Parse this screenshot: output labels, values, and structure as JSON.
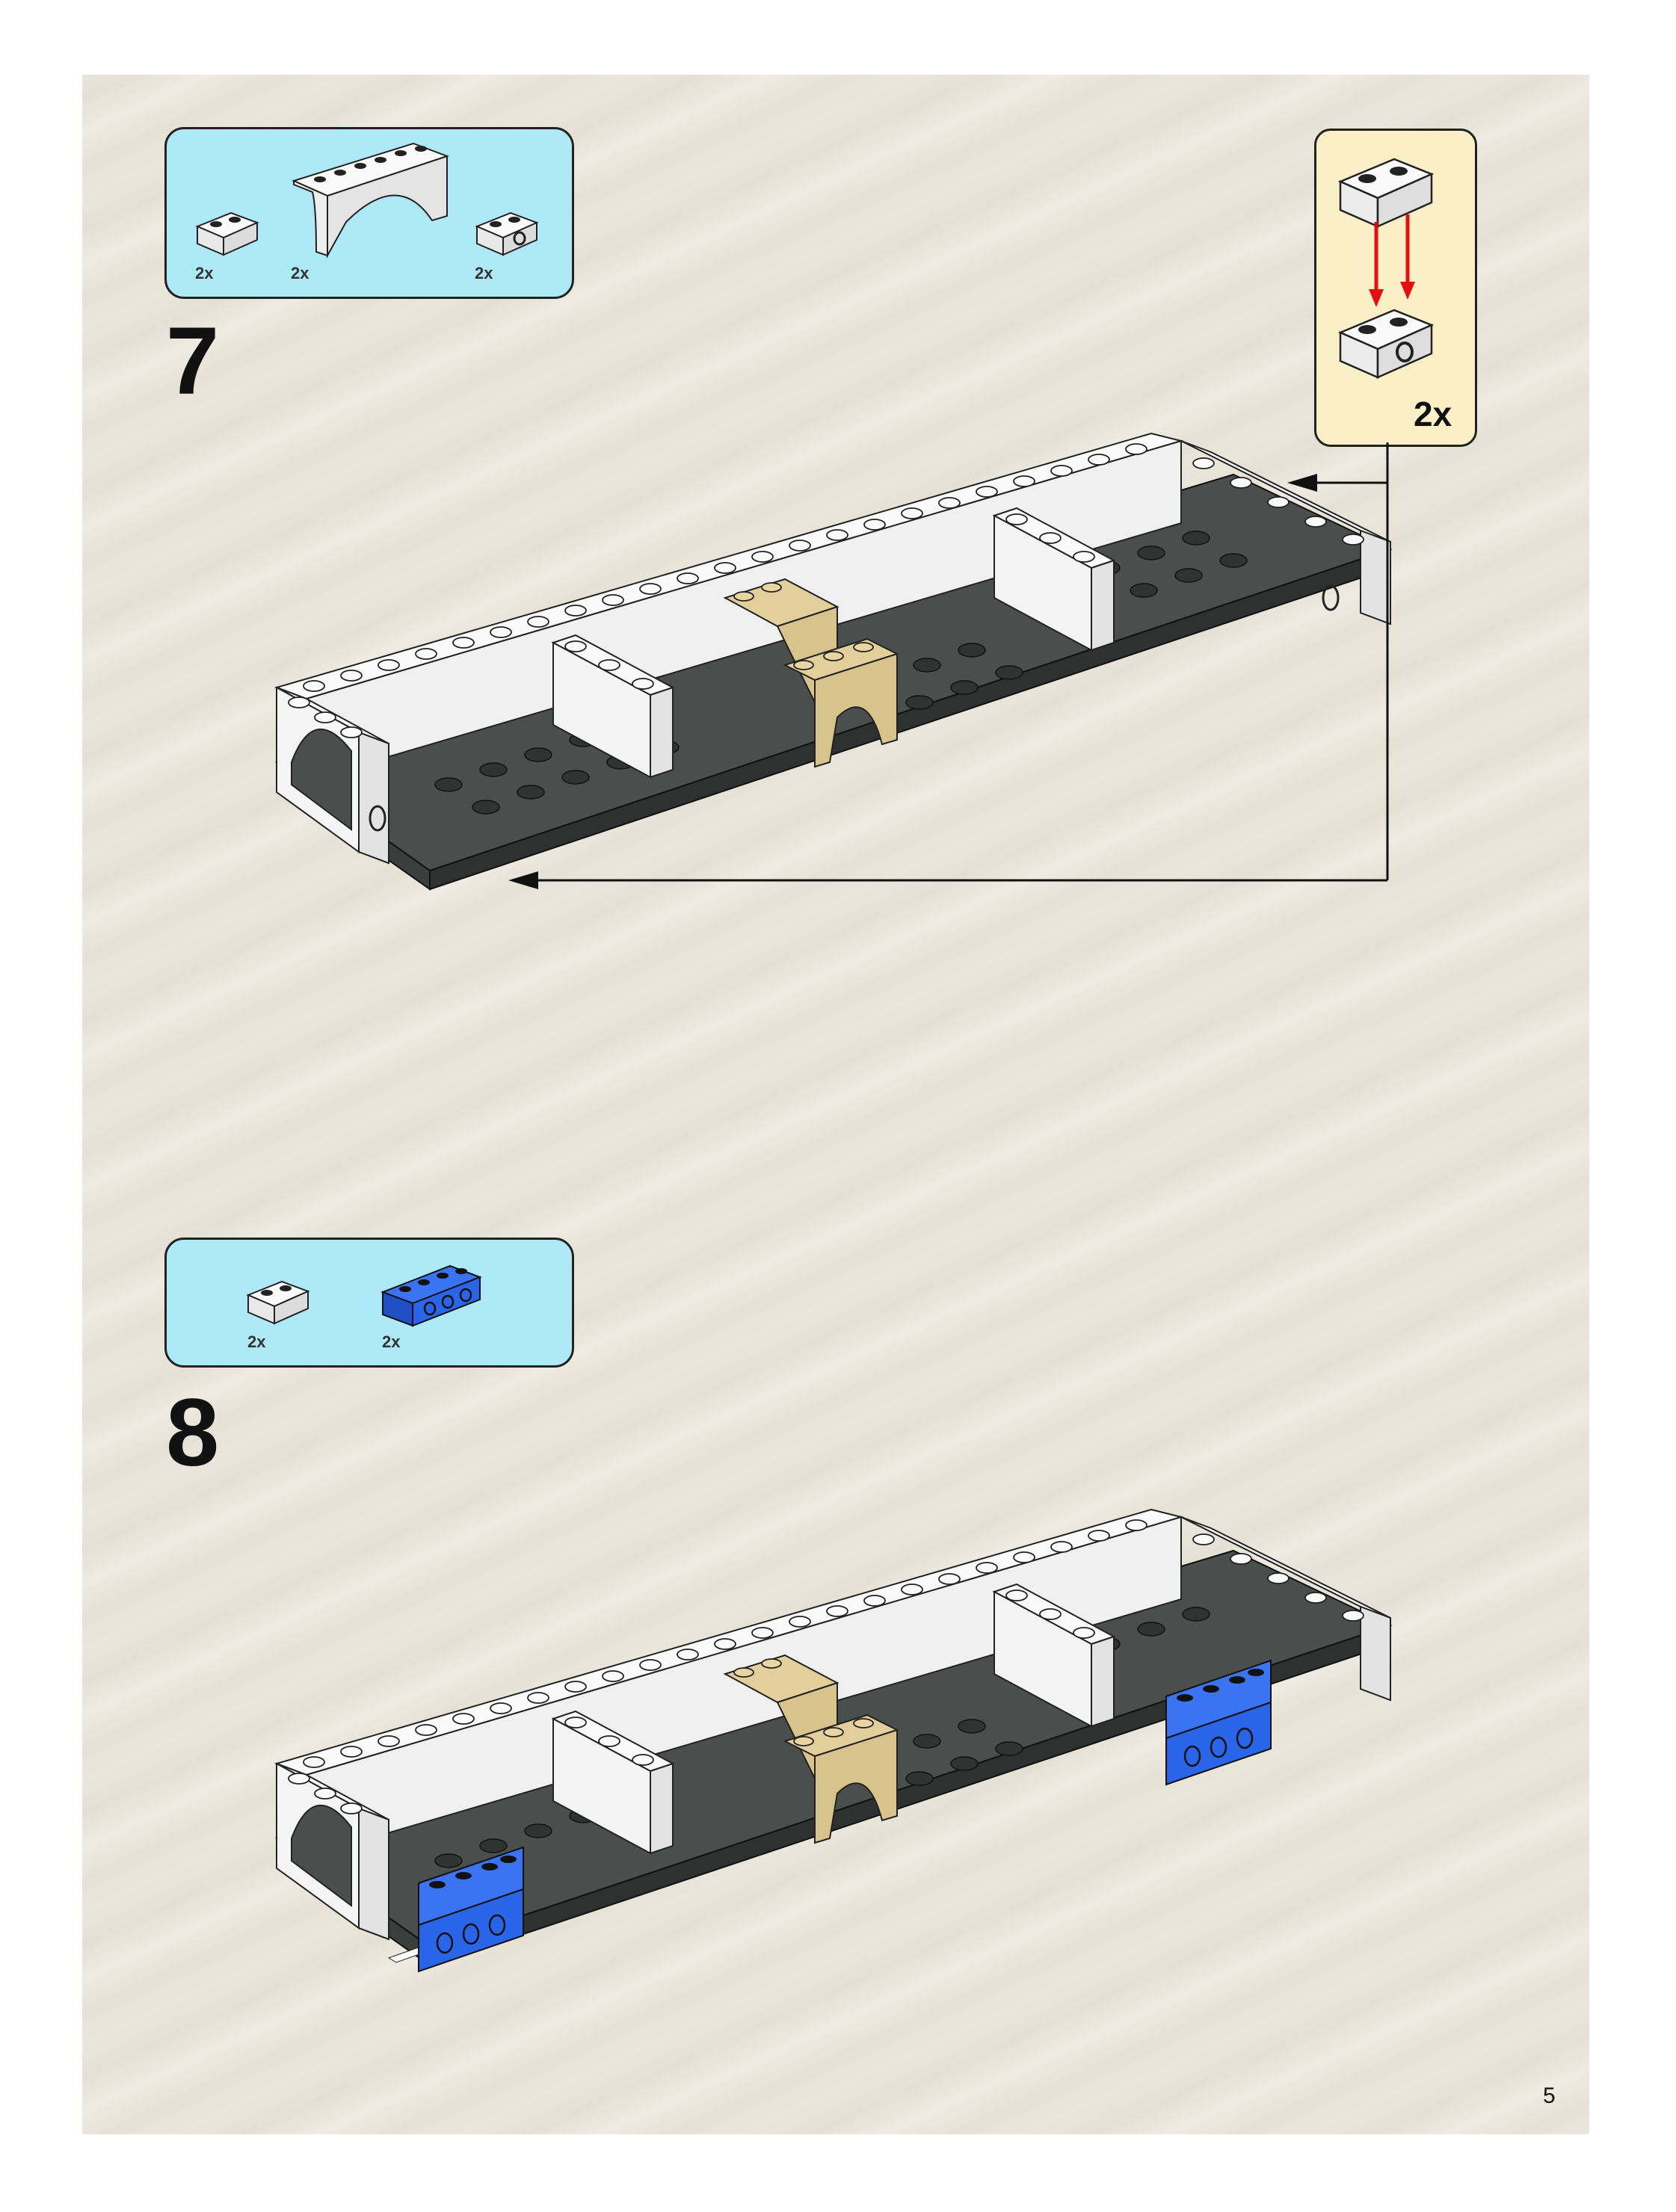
{
  "step7": {
    "number": "7",
    "parts": [
      {
        "name": "white-brick-1x2",
        "qty": "2x"
      },
      {
        "name": "white-arch-1x6",
        "qty": "2x"
      },
      {
        "name": "white-technic-brick-1x2",
        "qty": "2x"
      }
    ],
    "subassembly": {
      "qty": "2x"
    }
  },
  "step8": {
    "number": "8",
    "parts": [
      {
        "name": "white-brick-1x2",
        "qty": "2x"
      },
      {
        "name": "blue-technic-brick-1x4",
        "qty": "2x"
      }
    ]
  },
  "page_number": "5",
  "colors": {
    "callout_bg": "#aee9f8",
    "subassembly_bg": "#fbefc8",
    "plate_dark_gray": "#4a4f4d",
    "white_brick": "#f6f6f6",
    "tan_brick": "#d8c38d",
    "blue_brick": "#2a64e8",
    "arrow_red": "#e01010"
  }
}
